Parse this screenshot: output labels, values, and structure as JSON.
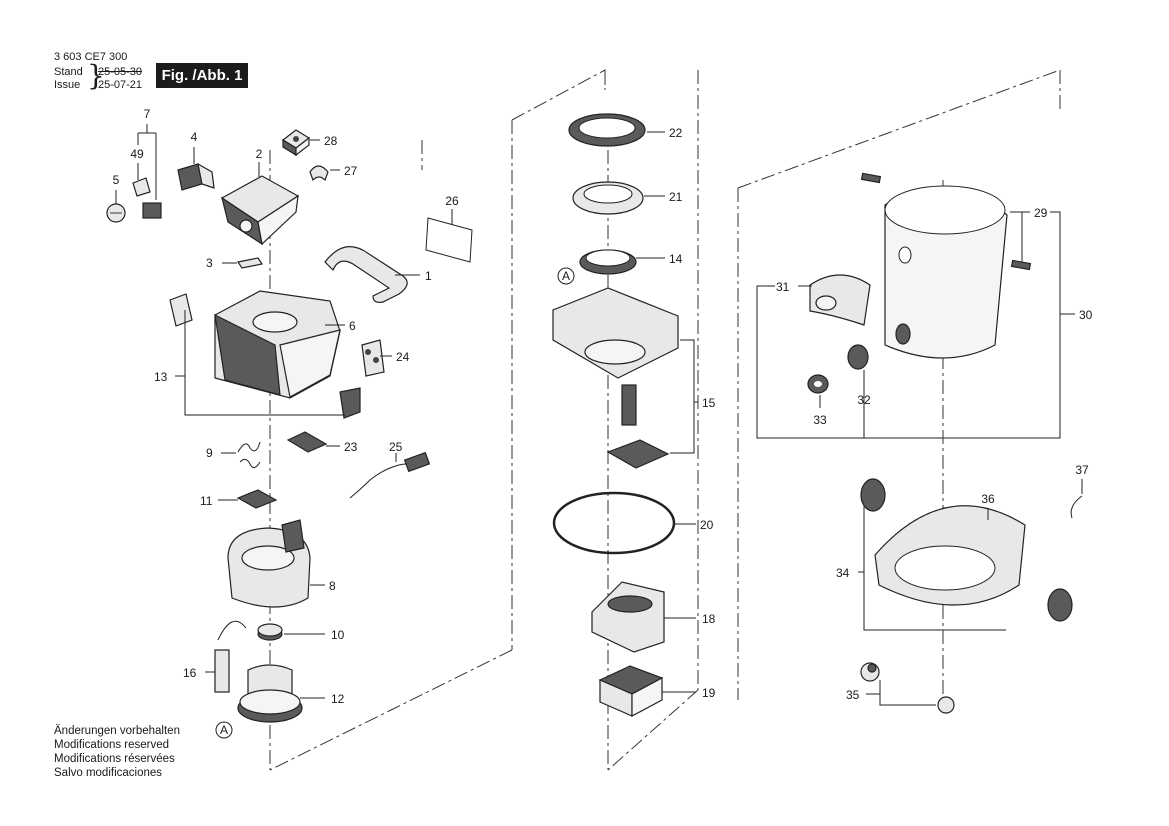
{
  "header": {
    "doc_number": "3 603 CE7 300",
    "stand_label": "Stand",
    "issue_label": "Issue",
    "brace": "}",
    "stand_date": "25-05-30",
    "issue_date": "25-07-21",
    "figure_label": "Fig. /Abb. 1"
  },
  "notes": [
    "Änderungen vorbehalten",
    "Modifications reserved",
    "Modifications réservées",
    "Salvo modificaciones"
  ],
  "callouts": {
    "c1": "1",
    "c2": "2",
    "c3": "3",
    "c4": "4",
    "c5": "5",
    "c6": "6",
    "c7": "7",
    "c8": "8",
    "c9": "9",
    "c10": "10",
    "c11": "11",
    "c12": "12",
    "c13": "13",
    "c14": "14",
    "c15": "15",
    "c16": "16",
    "c18": "18",
    "c19": "19",
    "c20": "20",
    "c21": "21",
    "c22": "22",
    "c23": "23",
    "c24": "24",
    "c25": "25",
    "c26": "26",
    "c27": "27",
    "c28": "28",
    "c29": "29",
    "c30": "30",
    "c31": "31",
    "c32": "32",
    "c33": "33",
    "c34": "34",
    "c35": "35",
    "c36": "36",
    "c37": "37",
    "c49": "49",
    "refA": "A"
  }
}
